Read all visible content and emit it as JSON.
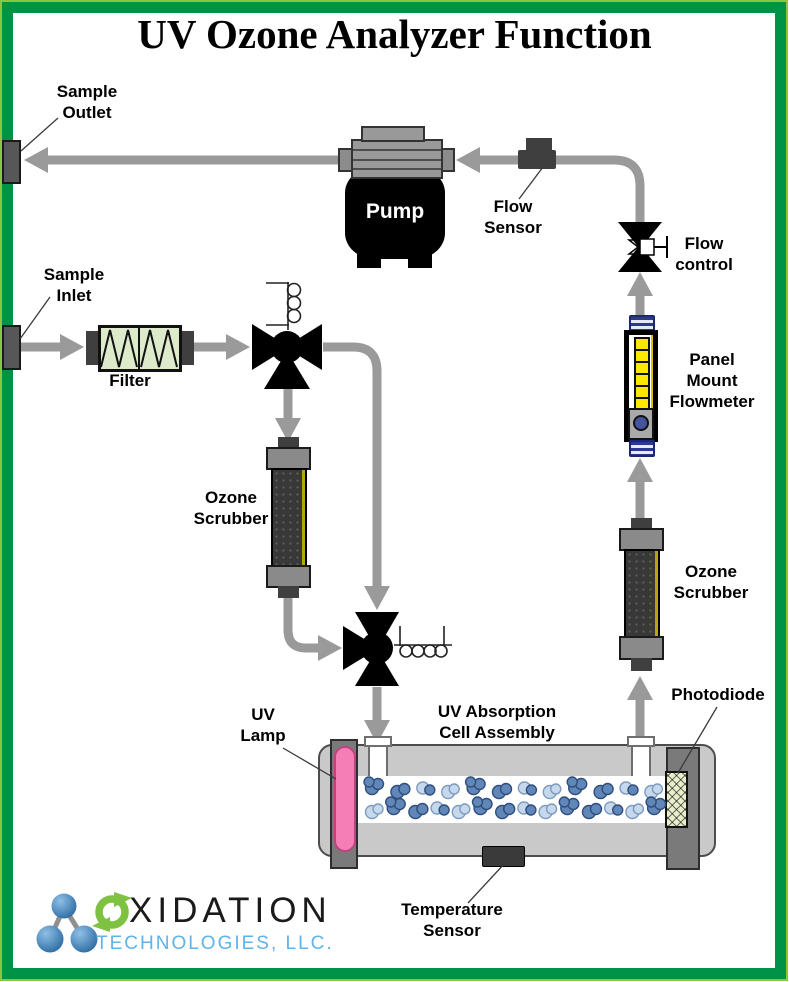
{
  "title": "UV Ozone Analyzer Function",
  "labels": {
    "sample_outlet": "Sample\nOutlet",
    "sample_inlet": "Sample\nInlet",
    "filter": "Filter",
    "ozone_scrubber_left": "Ozone\nScrubber",
    "uv_lamp": "UV\nLamp",
    "uv_cell": "UV Absorption\nCell Assembly",
    "temperature_sensor": "Temperature\nSensor",
    "photodiode": "Photodiode",
    "ozone_scrubber_right": "Ozone\nScrubber",
    "flowmeter": "Panel\nMount\nFlowmeter",
    "flow_control": "Flow\ncontrol",
    "flow_sensor": "Flow\nSensor",
    "pump": "Pump"
  },
  "logo": {
    "wordmark_rest": "XIDATION",
    "subtext": "TECHNOLOGIES, LLC."
  },
  "colors": {
    "frame_green": "#009245",
    "frame_green_light": "#8CC63F",
    "pipe_gray": "#9A9A9A",
    "uv_lamp_pink": "#F57EB6",
    "flow_tube_yellow": "#FFE800",
    "filter_green": "#DDEBCB",
    "logo_blue": "#5FB3E8",
    "molecule_dark_blue": "#6186B8",
    "molecule_light_blue": "#C6D9EC"
  }
}
